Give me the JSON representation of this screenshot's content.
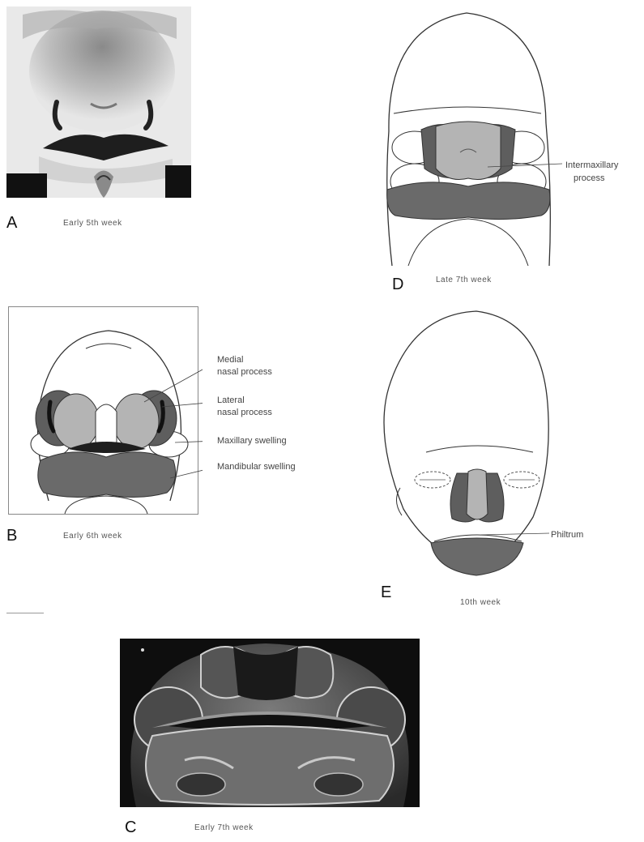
{
  "panels": {
    "a": {
      "letter": "A",
      "caption": "Early 5th week"
    },
    "b": {
      "letter": "B",
      "caption": "Early 6th week",
      "labels": {
        "medial_1": "Medial",
        "medial_2": "nasal process",
        "lateral_1": "Lateral",
        "lateral_2": "nasal process",
        "maxillary": "Maxillary swelling",
        "mandibular": "Mandibular swelling"
      }
    },
    "c": {
      "letter": "C",
      "caption": "Early 7th week"
    },
    "d": {
      "letter": "D",
      "caption": "Late 7th week",
      "labels": {
        "intermax_1": "Intermaxillary",
        "intermax_2": "process"
      }
    },
    "e": {
      "letter": "E",
      "caption": "10th week",
      "labels": {
        "philtrum": "Philtrum"
      }
    }
  },
  "colors": {
    "lateral_dark": "#5e5e5e",
    "medial_light": "#b4b4b4",
    "mandibular": "#6a6a6a",
    "outline": "#333333"
  }
}
